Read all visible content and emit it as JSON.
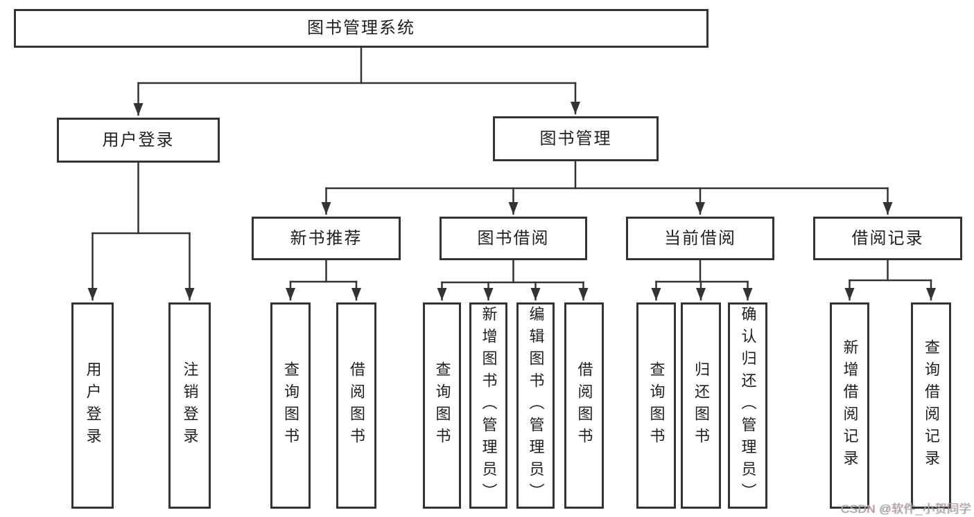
{
  "diagram": {
    "type": "hierarchy-tree",
    "title": "图书管理系统",
    "line_color": "#333333",
    "box_border_color": "#333333",
    "box_fill_color": "#ffffff",
    "text_color": "#1f1f1f",
    "background_color": "#ffffff",
    "tree": {
      "label": "图书管理系统",
      "children": [
        {
          "label": "用户登录",
          "children": [
            {
              "label": "用户登录"
            },
            {
              "label": "注销登录"
            }
          ]
        },
        {
          "label": "图书管理",
          "children": [
            {
              "label": "新书推荐",
              "children": [
                {
                  "label": "查询图书"
                },
                {
                  "label": "借阅图书"
                }
              ]
            },
            {
              "label": "图书借阅",
              "children": [
                {
                  "label": "查询图书"
                },
                {
                  "label": "新增图书（管理员）"
                },
                {
                  "label": "编辑图书（管理员）"
                },
                {
                  "label": "借阅图书"
                }
              ]
            },
            {
              "label": "当前借阅",
              "children": [
                {
                  "label": "查询图书"
                },
                {
                  "label": "归还图书"
                },
                {
                  "label": "确认归还（管理员）"
                }
              ]
            },
            {
              "label": "借阅记录",
              "children": [
                {
                  "label": "新增借阅记录"
                },
                {
                  "label": "查询借阅记录"
                }
              ]
            }
          ]
        }
      ]
    },
    "watermark": "CSDN @软件_小贺同学"
  }
}
